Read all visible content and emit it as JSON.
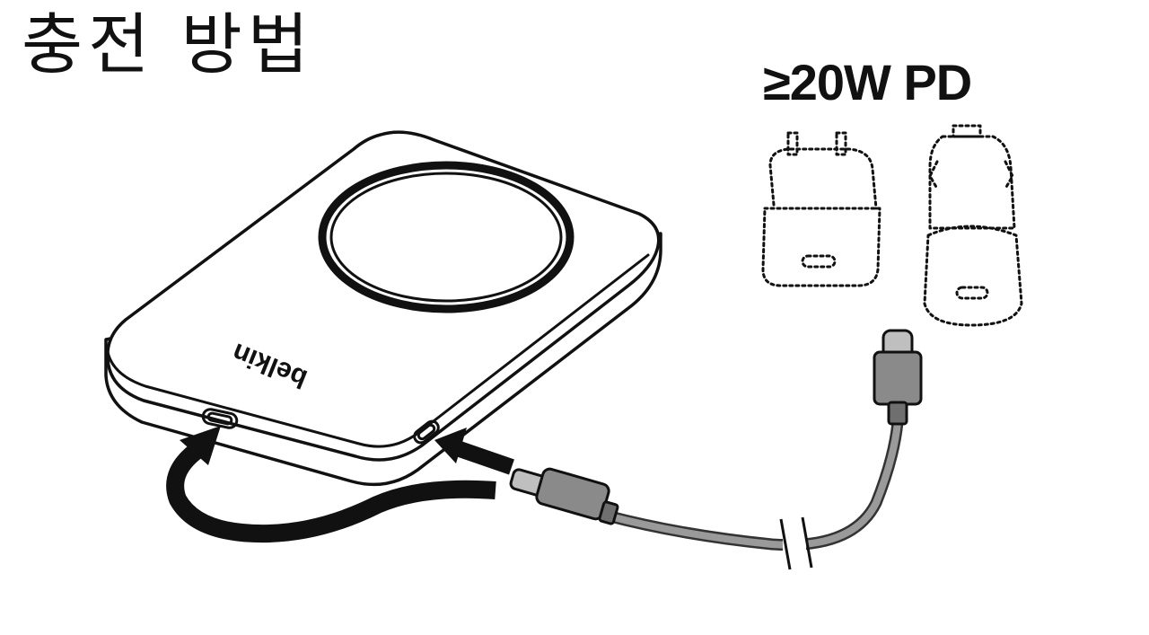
{
  "title": "충전 방법",
  "charger_requirement": "≥20W PD",
  "brand": "belkin",
  "colors": {
    "ink": "#111111",
    "device_fill": "#ffffff",
    "cable": "#9a9a9a",
    "cable_dark": "#555555"
  },
  "icons": {
    "power_bank": "magnetic-power-bank-icon",
    "wall_charger": "wall-charger-icon",
    "car_charger": "car-charger-icon",
    "cable": "usb-c-cable-icon"
  }
}
